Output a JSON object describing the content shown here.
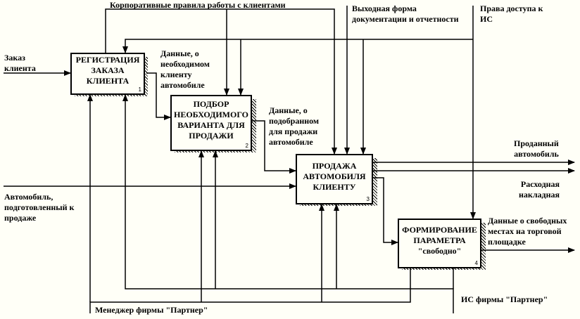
{
  "blocks": [
    {
      "title": "РЕГИСТРАЦИЯ\nЗАКАЗА\nКЛИЕНТА",
      "num": "1"
    },
    {
      "title": "ПОДБОР\nНЕОБХОДИМОГО\nВАРИАНТА ДЛЯ\nПРОДАЖИ",
      "num": "2"
    },
    {
      "title": "ПРОДАЖА\nАВТОМОБИЛЯ\nКЛИЕНТУ",
      "num": "3"
    },
    {
      "title": "ФОРМИРОВАНИЕ\nПАРАМЕТРА\n\"свободно\"",
      "num": "4"
    }
  ],
  "labels": {
    "order": "Заказ\nклиента",
    "car_ready": "Автомобиль,\nподготовленный к\nпродаже",
    "rules": "Корпоративные правила работы с клиентами",
    "output_form": "Выходная форма\nдокументации и отчетности",
    "access": "Права доступа к\nИС",
    "car_data": "Данные, о\nнеобходимом\nклиенту\nавтомобиле",
    "selected_data": "Данные, о\nподобранном\nдля продажи\nавтомобиле",
    "sold_car": "Проданный\nавтомобиль",
    "invoice": "Расходная\nнакладная",
    "free_places": "Данные о свободных\nместах на торговой\nплощадке",
    "manager": "Менеджер фирмы \"Партнер\"",
    "is_partner": "ИС фирмы \"Партнер\""
  }
}
